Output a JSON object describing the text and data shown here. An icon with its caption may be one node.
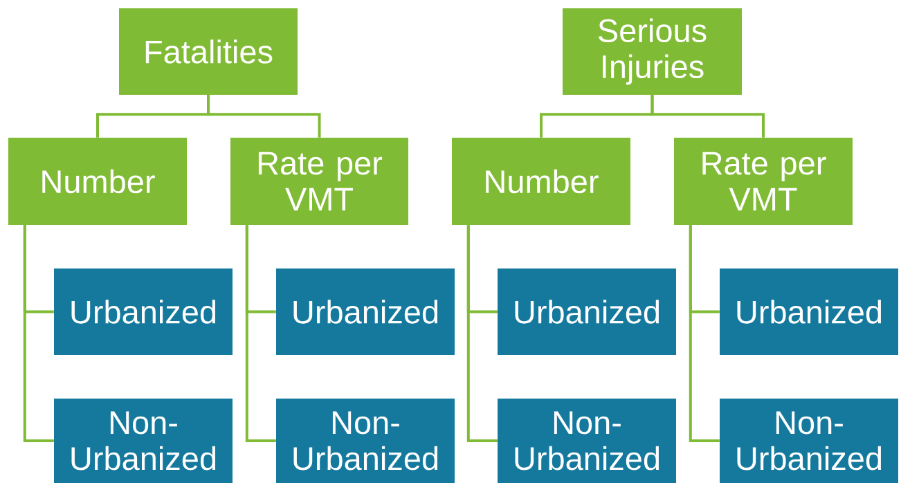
{
  "diagram": {
    "nodes": [
      {
        "text": [
          "Fatalities"
        ]
      },
      {
        "text": [
          "Number"
        ]
      },
      {
        "text": [
          "Rate per VMT"
        ]
      },
      {
        "text": [
          "Serious Injuries"
        ]
      },
      {
        "text": [
          "Number"
        ]
      },
      {
        "text": [
          "Rate per VMT"
        ]
      },
      {
        "text": [
          "Urbanized"
        ]
      },
      {
        "text": [
          "Non-Urbanized"
        ]
      },
      {
        "text": [
          "Urbanized"
        ]
      },
      {
        "text": [
          "Non-Urbanized"
        ]
      },
      {
        "text": [
          "Urbanized"
        ]
      },
      {
        "text": [
          "Non-Urbanized"
        ]
      },
      {
        "text": [
          "Urbanized"
        ]
      },
      {
        "text": [
          "Non-Urbanized"
        ]
      }
    ],
    "edges": [
      {
        "from": 0,
        "to": 1,
        "arrow": "none"
      },
      {
        "from": 0,
        "to": 2,
        "arrow": "none"
      },
      {
        "from": 3,
        "to": 4,
        "arrow": "none"
      },
      {
        "from": 3,
        "to": 5,
        "arrow": "none"
      },
      {
        "from": 1,
        "to": 6,
        "arrow": "none"
      },
      {
        "from": 1,
        "to": 7,
        "arrow": "none"
      },
      {
        "from": 2,
        "to": 8,
        "arrow": "none"
      },
      {
        "from": 2,
        "to": 9,
        "arrow": "none"
      },
      {
        "from": 4,
        "to": 10,
        "arrow": "none"
      },
      {
        "from": 4,
        "to": 11,
        "arrow": "none"
      },
      {
        "from": 5,
        "to": 12,
        "arrow": "none"
      },
      {
        "from": 5,
        "to": 13,
        "arrow": "none"
      }
    ]
  }
}
